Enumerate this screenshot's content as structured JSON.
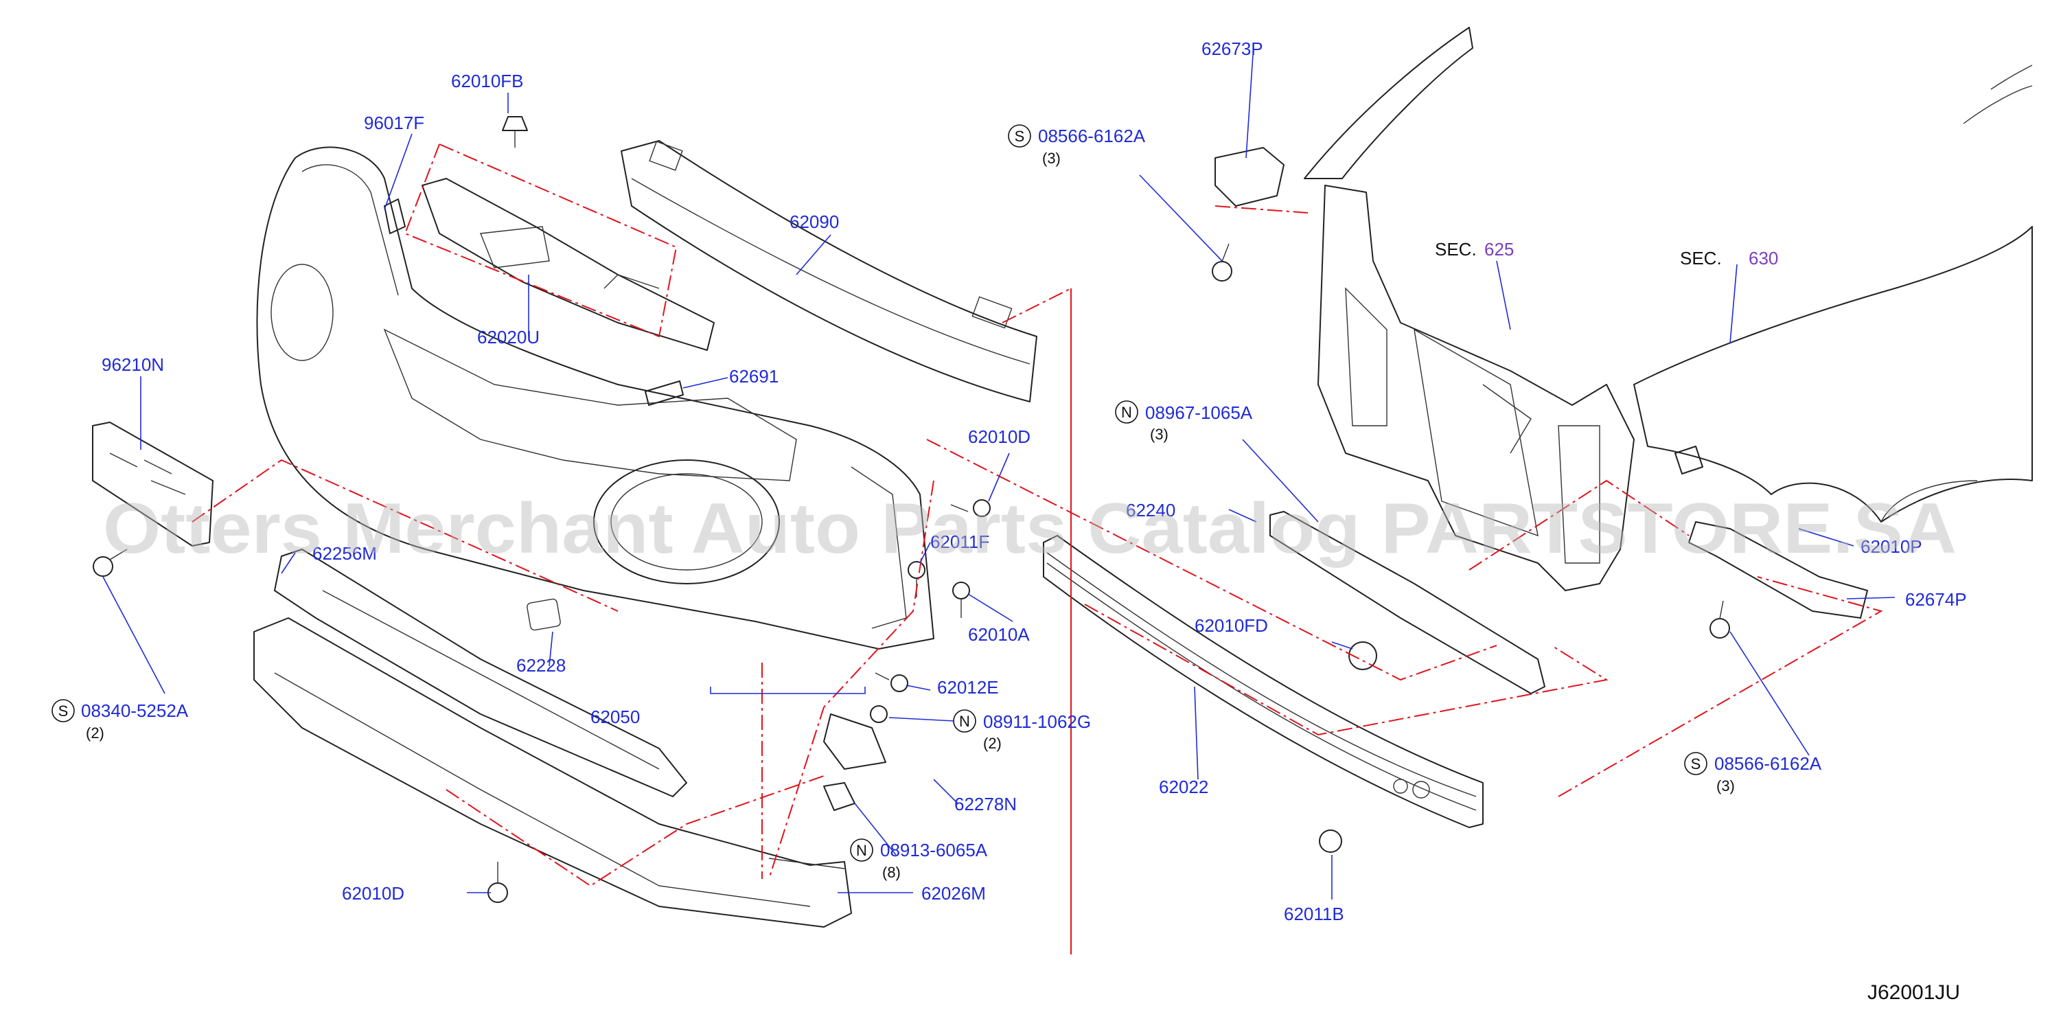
{
  "diagram_code": "J62001JU",
  "watermark": "Otters Merchant Auto Parts Catalog PARTSTORE.SA",
  "section_refs": [
    {
      "prefix": "SEC.",
      "number": "625"
    },
    {
      "prefix": "SEC.",
      "number": "630"
    }
  ],
  "part_labels": {
    "p62010FB": "62010FB",
    "p96017F": "96017F",
    "p62090": "62090",
    "p62020U": "62020U",
    "p96210N": "96210N",
    "p62691": "62691",
    "p62010D_top": "62010D",
    "p62256M": "62256M",
    "p62011F": "62011F",
    "p62010A": "62010A",
    "p62228": "62228",
    "p62050": "62050",
    "p62012E": "62012E",
    "p62278N": "62278N",
    "p62010D_bot": "62010D",
    "p62026M": "62026M",
    "p62673P": "62673P",
    "p62240": "62240",
    "p62010FD": "62010FD",
    "p62022": "62022",
    "p62011B": "62011B",
    "p62010P": "62010P",
    "p62674P": "62674P"
  },
  "fasteners": [
    {
      "symbol": "S",
      "part": "08340-5252A",
      "qty": "(2)"
    },
    {
      "symbol": "S",
      "part": "08566-6162A",
      "qty": "(3)"
    },
    {
      "symbol": "N",
      "part": "08967-1065A",
      "qty": "(3)"
    },
    {
      "symbol": "N",
      "part": "08911-1062G",
      "qty": "(2)"
    },
    {
      "symbol": "N",
      "part": "08913-6065A",
      "qty": "(8)"
    },
    {
      "symbol": "S",
      "part": "08566-6162A",
      "qty": "(3)"
    }
  ]
}
